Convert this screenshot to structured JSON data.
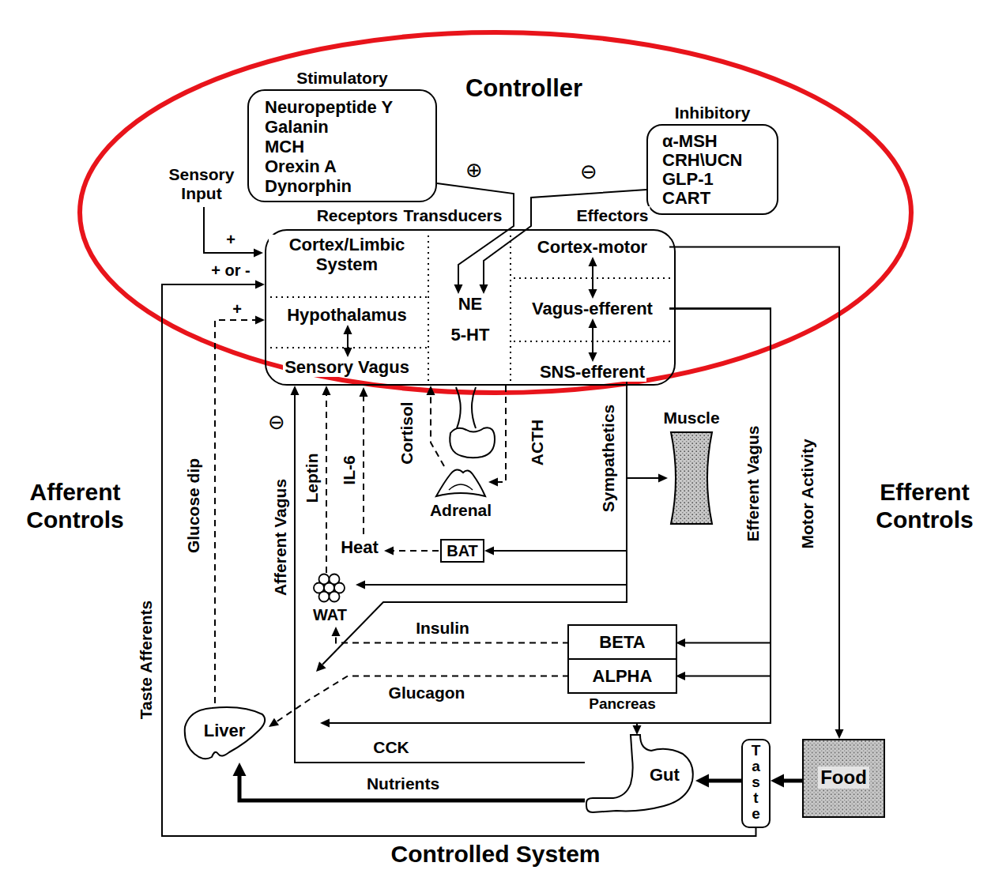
{
  "diagram": {
    "nodes": [
      {
        "text": [
          "Stimulatory",
          "Neuropeptide Y",
          "Galanin",
          "MCH",
          "Orexin A",
          "Dynorphin"
        ]
      },
      {
        "text": [
          "Inhibitory",
          "α-MSH",
          "CRH\\UCN",
          "GLP-1",
          "CART"
        ]
      },
      {
        "text": [
          "Receptors",
          "Transducers",
          "Effectors"
        ]
      },
      {
        "text": [
          "Cortex/Limbic System"
        ],
        "in": 2
      },
      {
        "text": [
          "Hypothalamus"
        ],
        "in": 2
      },
      {
        "text": [
          "Sensory Vagus"
        ],
        "in": 2
      },
      {
        "text": [
          "NE",
          "5-HT"
        ],
        "in": 2
      },
      {
        "text": [
          "Cortex-motor"
        ],
        "in": 2
      },
      {
        "text": [
          "Vagus-efferent"
        ],
        "in": 2
      },
      {
        "text": [
          "SNS-efferent"
        ],
        "in": 2
      },
      {
        "text": [
          "Muscle"
        ]
      },
      {
        "text": [
          "Adrenal"
        ]
      },
      {
        "text": [
          "BAT"
        ]
      },
      {
        "text": [
          "WAT"
        ]
      },
      {
        "text": [
          "Pancreas"
        ]
      },
      {
        "text": [
          "BETA"
        ],
        "in": 14
      },
      {
        "text": [
          "ALPHA"
        ],
        "in": 14
      },
      {
        "text": [
          "Liver"
        ]
      },
      {
        "text": [
          "Gut"
        ]
      },
      {
        "text": [
          "Taste"
        ]
      },
      {
        "text": [
          "Food"
        ]
      }
    ],
    "edges": [
      {
        "from": 0,
        "to": 6,
        "arrow": "to",
        "label": "⊕"
      },
      {
        "from": 1,
        "to": 6,
        "arrow": "to",
        "label": "⊖"
      },
      {
        "from": 4,
        "to": 5,
        "arrow": "both"
      },
      {
        "from": 7,
        "to": 8,
        "arrow": "both"
      },
      {
        "from": 8,
        "to": 9,
        "arrow": "both"
      },
      {
        "from": 7,
        "to": 20,
        "arrow": "to",
        "label": "Motor Activity"
      },
      {
        "from": 8,
        "to": 15,
        "arrow": "to",
        "label": "Efferent Vagus"
      },
      {
        "from": 8,
        "to": 16,
        "arrow": "to"
      },
      {
        "from": 8,
        "to": 18,
        "arrow": "to"
      },
      {
        "from": 9,
        "to": 10,
        "arrow": "to",
        "label": "Sympathetics"
      },
      {
        "from": 9,
        "to": 12,
        "arrow": "to"
      },
      {
        "from": 9,
        "to": 13,
        "arrow": "to"
      },
      {
        "from": 15,
        "to": 13,
        "arrow": "to",
        "label": "Insulin"
      },
      {
        "from": 16,
        "to": 17,
        "arrow": "to",
        "label": "Glucagon"
      },
      {
        "from": 18,
        "to": 17,
        "arrow": "to",
        "label": "Nutrients"
      },
      {
        "from": 18,
        "to": 2,
        "arrow": "to",
        "label": "CCK"
      },
      {
        "from": 17,
        "to": 2,
        "arrow": "to",
        "label": "Glucose dip"
      },
      {
        "from": 19,
        "to": 2,
        "arrow": "to",
        "label": "Taste Afferents"
      },
      {
        "from": 20,
        "to": 19,
        "arrow": "to"
      },
      {
        "from": 19,
        "to": 18,
        "arrow": "to"
      },
      {
        "from": 13,
        "to": 2,
        "arrow": "to",
        "label": "Leptin"
      },
      {
        "from": 11,
        "to": 2,
        "arrow": "to",
        "label": "Cortisol"
      },
      {
        "from": 2,
        "to": 11,
        "arrow": "to",
        "label": "ACTH"
      }
    ],
    "labels": [
      "Controller",
      "Sensory Input",
      "+",
      "+ or -",
      "+",
      "⊖",
      "Afferent Vagus",
      "IL-6",
      "Heat",
      "Afferent Controls",
      "Efferent Controls",
      "Controlled System"
    ]
  }
}
